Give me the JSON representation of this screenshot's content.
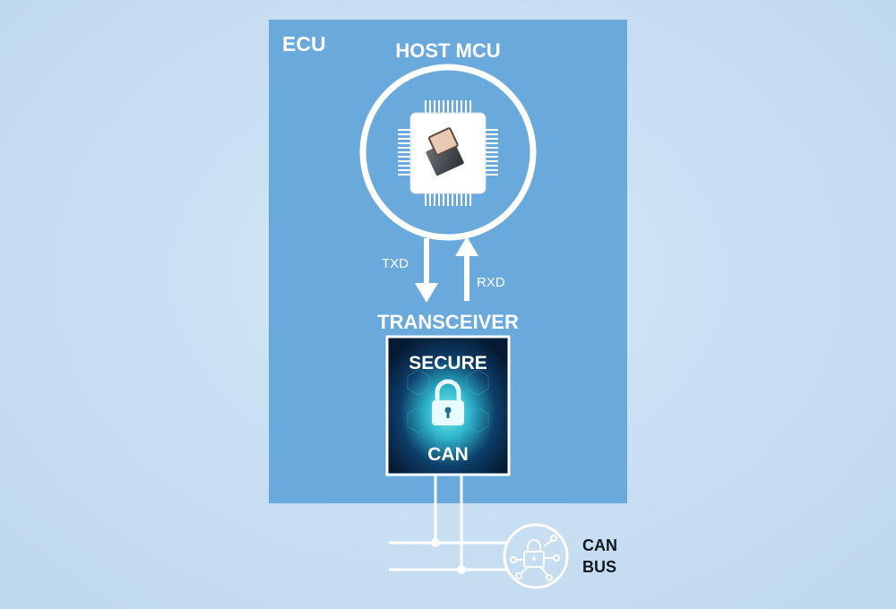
{
  "ecu": {
    "label": "ECU"
  },
  "host_mcu": {
    "label": "HOST MCU",
    "chip_icon": "mcu-chip-icon"
  },
  "signals": {
    "txd": "TXD",
    "rxd": "RXD"
  },
  "transceiver": {
    "label": "TRANSCEIVER",
    "secure_label": "SECURE",
    "can_label": "CAN",
    "lock_icon": "padlock-icon"
  },
  "can_bus": {
    "line1": "CAN",
    "line2": "BUS",
    "icon": "network-lock-icon"
  },
  "colors": {
    "ecu_fill": "#6aa9dc",
    "background": "#c7def1",
    "line": "#ffffff",
    "chip_panel": "#0a1f3a",
    "glow": "#3fd0e0"
  }
}
